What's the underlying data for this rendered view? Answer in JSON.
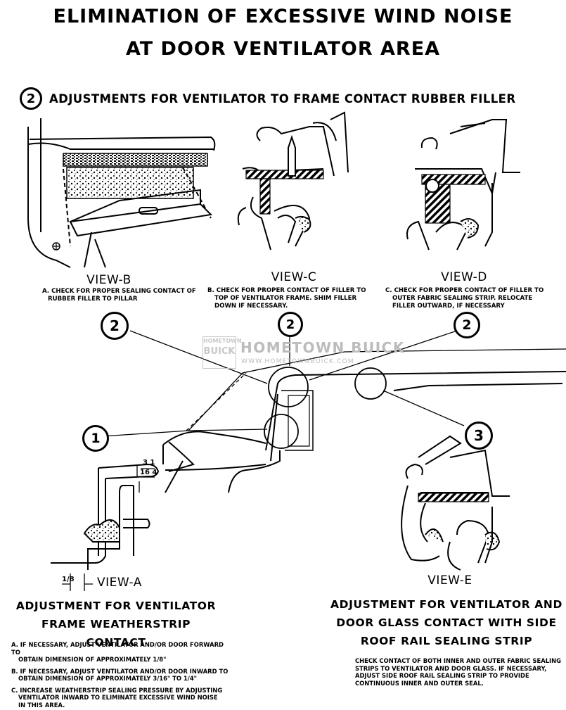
{
  "title": {
    "line1": "ELIMINATION  OF  EXCESSIVE  WIND  NOISE",
    "line2": "AT  DOOR  VENTILATOR   AREA"
  },
  "section": {
    "number": "2",
    "title": "ADJUSTMENTS FOR VENTILATOR TO FRAME CONTACT RUBBER FILLER"
  },
  "views": {
    "b": {
      "label": "VIEW-B",
      "caption": [
        "A.  CHECK FOR PROPER SEALING CONTACT OF",
        "RUBBER FILLER TO PILLAR"
      ]
    },
    "c": {
      "label": "VIEW-C",
      "caption": [
        "B.  CHECK FOR PROPER CONTACT OF FILLER TO",
        "TOP OF VENTILATOR FRAME.  SHIM FILLER",
        "DOWN IF NECESSARY."
      ]
    },
    "d": {
      "label": "VIEW-D",
      "caption": [
        "C.  CHECK FOR PROPER CONTACT OF FILLER TO",
        "OUTER FABRIC SEALING STRIP.  RELOCATE",
        "FILLER OUTWARD, IF NECESSARY"
      ]
    },
    "a": {
      "label": "VIEW-A",
      "dim_frac": "1/8",
      "dim_top": "3 1",
      "dim_bot": "16 4"
    },
    "e": {
      "label": "VIEW-E"
    }
  },
  "callouts": {
    "c1": "2",
    "c2": "2",
    "c3": "2",
    "c4": "1",
    "c5": "3"
  },
  "watermark": {
    "brand": "HOMETOWN BUICK",
    "url": "WWW.HOMETOWNBUICK.COM",
    "logo_top": "HOMETOWN",
    "logo_bottom": "BUICK"
  },
  "left_block": {
    "heading1": "ADJUSTMENT  FOR  VENTILATOR",
    "heading2": "FRAME WEATHERSTRIP CONTACT",
    "notes": [
      [
        "A.  IF NECESSARY, ADJUST VENTILATOR AND/OR DOOR FORWARD TO",
        "OBTAIN DIMENSION OF APPROXIMATELY  1/8\""
      ],
      [
        "B. IF NECESSARY, ADJUST VENTILATOR AND/OR DOOR INWARD TO",
        "OBTAIN DIMENSION OF APPROXIMATELY  3/16\" TO 1/4\""
      ],
      [
        "C. INCREASE WEATHERSTRIP SEALING PRESSURE BY ADJUSTING",
        "VENTILATOR INWARD TO ELIMINATE EXCESSIVE WIND NOISE",
        "IN THIS AREA."
      ]
    ]
  },
  "right_block": {
    "heading1": "ADJUSTMENT FOR VENTILATOR AND",
    "heading2": "DOOR GLASS CONTACT WITH SIDE",
    "heading3": "ROOF RAIL SEALING STRIP",
    "notes": [
      "CHECK CONTACT OF BOTH INNER AND OUTER FABRIC SEALING",
      "STRIPS TO VENTILATOR AND DOOR GLASS.  IF NECESSARY,",
      "ADJUST SIDE ROOF RAIL SEALING STRIP TO PROVIDE",
      "CONTINUOUS INNER AND OUTER SEAL."
    ]
  }
}
